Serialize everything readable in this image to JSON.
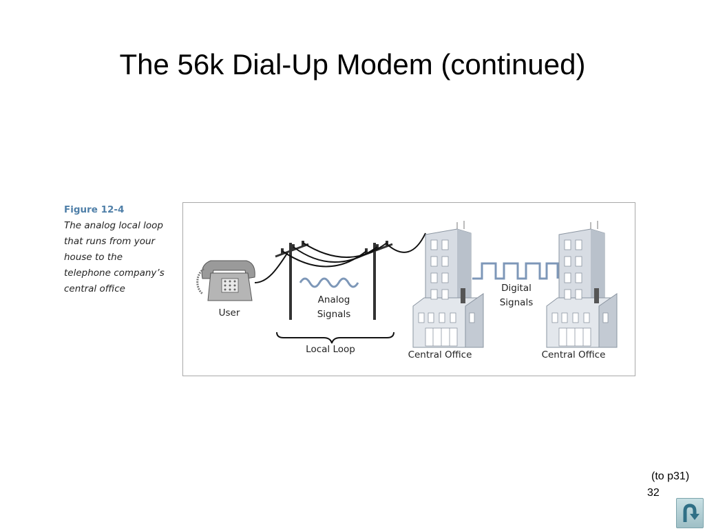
{
  "slide": {
    "title": "The 56k Dial-Up Modem (continued)",
    "back_reference": "(to p31)",
    "page_number": "32"
  },
  "figure": {
    "number": "Figure 12-4",
    "caption_lines": [
      "The analog local loop",
      "that runs from your",
      "house to the",
      "telephone company’s",
      "central office"
    ],
    "labels": {
      "user": "User",
      "analog_line1": "Analog",
      "analog_line2": "Signals",
      "local_loop": "Local Loop",
      "central_office_left": "Central Office",
      "digital_line1": "Digital",
      "digital_line2": "Signals",
      "central_office_right": "Central Office"
    }
  },
  "icons": {
    "return_button": "u-turn-arrow-icon"
  },
  "colors": {
    "caption_heading": "#4f7fa8",
    "signal_wave": "#7d97b8",
    "building": "#d7dce3",
    "button": "#a9c8ce"
  }
}
